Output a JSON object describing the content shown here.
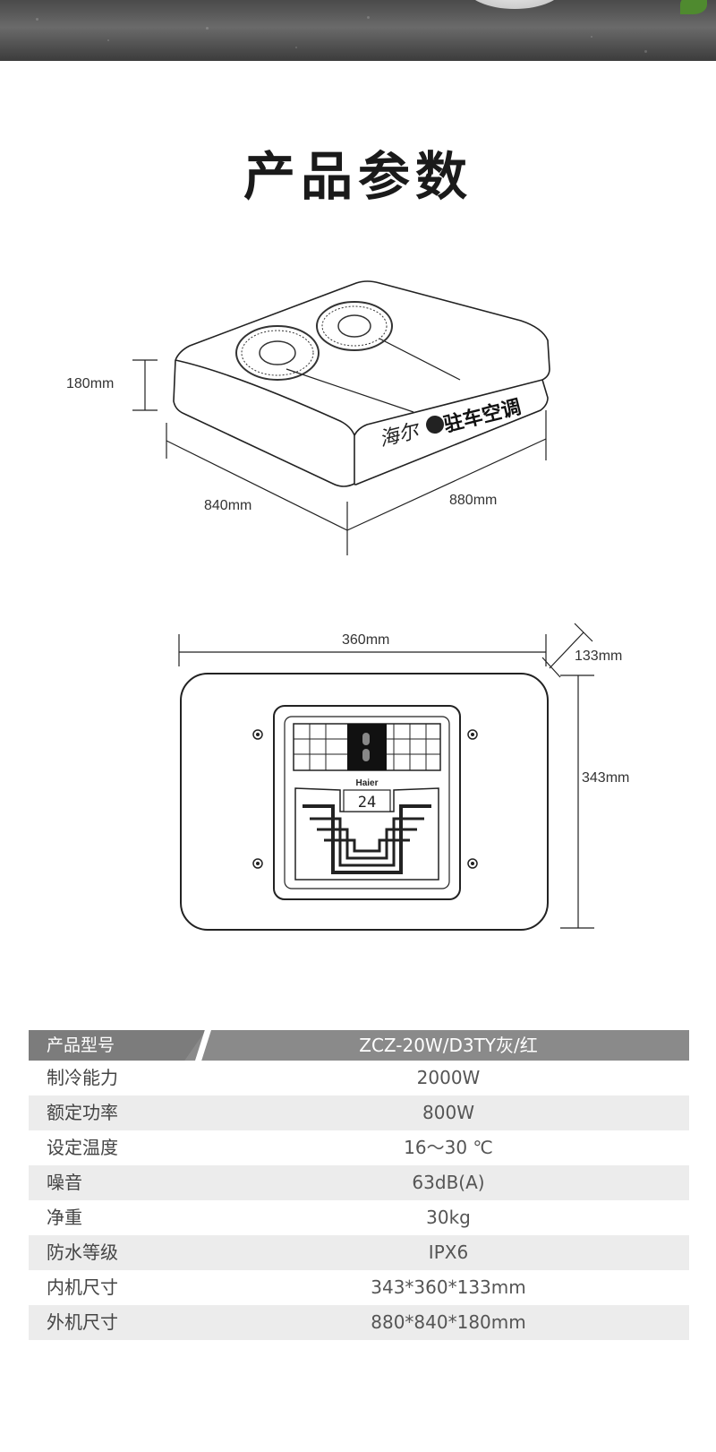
{
  "title": "产品参数",
  "top_view": {
    "height": "180mm",
    "depth": "840mm",
    "width": "880mm",
    "brand_script": "海尔",
    "product_name": "驻车空调"
  },
  "front_view": {
    "width": "360mm",
    "depth": "133mm",
    "height": "343mm",
    "brand": "Haier",
    "display_value": "24"
  },
  "specs": {
    "header": {
      "label": "产品型号",
      "value": "ZCZ-20W/D3TY灰/红"
    },
    "rows": [
      {
        "label": "制冷能力",
        "value": "2000W"
      },
      {
        "label": "额定功率",
        "value": "800W"
      },
      {
        "label": "设定温度",
        "value": "16～30 ℃"
      },
      {
        "label": "噪音",
        "value": "63dB(A)"
      },
      {
        "label": "净重",
        "value": "30kg"
      },
      {
        "label": "防水等级",
        "value": "IPX6"
      },
      {
        "label": "内机尺寸",
        "value": "343*360*133mm"
      },
      {
        "label": "外机尺寸",
        "value": "880*840*180mm"
      }
    ]
  },
  "colors": {
    "banner": "#555555",
    "header_bg": "#8a8a8a",
    "row_shade": "#ececec"
  }
}
